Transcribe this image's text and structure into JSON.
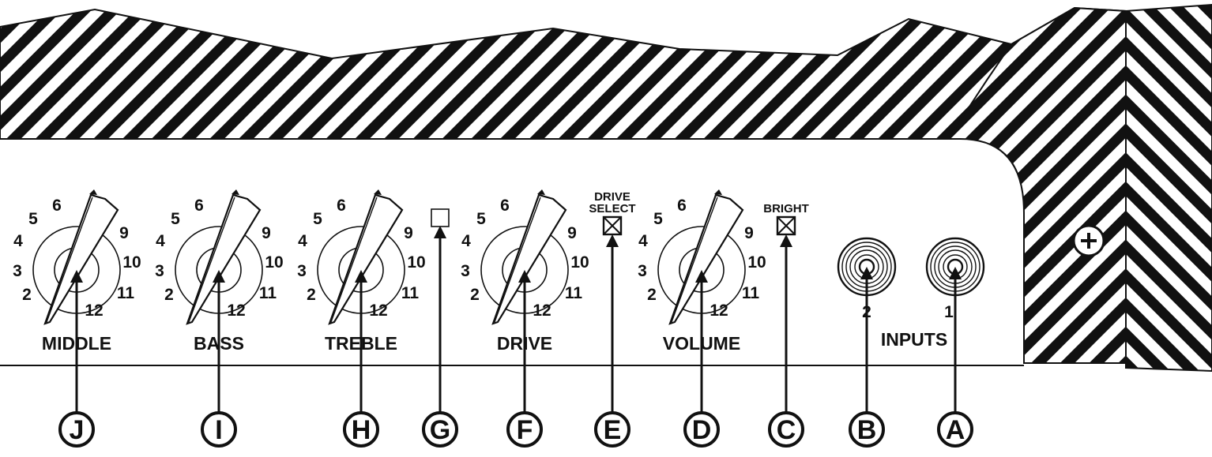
{
  "colors": {
    "ink": "#111111",
    "panel": "#ffffff",
    "hatch": "#111111"
  },
  "knobs": [
    {
      "id": "middle",
      "label": "MIDDLE",
      "callout": "J"
    },
    {
      "id": "bass",
      "label": "BASS",
      "callout": "I"
    },
    {
      "id": "treble",
      "label": "TREBLE",
      "callout": "H"
    },
    {
      "id": "drive",
      "label": "DRIVE",
      "callout": "F"
    },
    {
      "id": "volume",
      "label": "VOLUME",
      "callout": "D"
    }
  ],
  "scale_numbers": [
    "2",
    "3",
    "4",
    "5",
    "6",
    "9",
    "10",
    "11",
    "12"
  ],
  "switches": [
    {
      "id": "indicator",
      "label_lines": [],
      "callout": "G",
      "type": "light"
    },
    {
      "id": "drive-select",
      "label_lines": [
        "DRIVE",
        "SELECT"
      ],
      "callout": "E",
      "type": "button"
    },
    {
      "id": "bright",
      "label_lines": [
        "BRIGHT"
      ],
      "callout": "C",
      "type": "button"
    }
  ],
  "inputs": {
    "label": "INPUTS",
    "jacks": [
      {
        "id": "input-2",
        "number": "2",
        "callout": "B"
      },
      {
        "id": "input-1",
        "number": "1",
        "callout": "A"
      }
    ]
  },
  "screw": {
    "icon": "screw-icon"
  }
}
